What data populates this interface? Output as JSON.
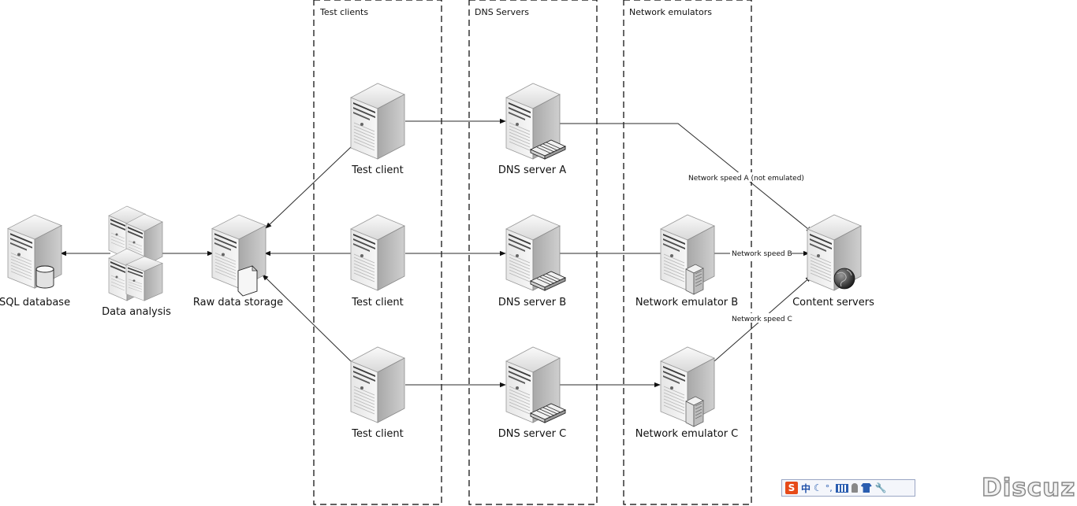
{
  "zones": [
    {
      "id": "zone-test-clients",
      "label": "Test clients"
    },
    {
      "id": "zone-dns-servers",
      "label": "DNS Servers"
    },
    {
      "id": "zone-network-emulators",
      "label": "Network emulators"
    }
  ],
  "nodes": [
    {
      "id": "sql-database",
      "label": "SQL database",
      "icon": "database-server-icon"
    },
    {
      "id": "data-analysis",
      "label": "Data analysis",
      "icon": "server-cluster-icon"
    },
    {
      "id": "raw-data-storage",
      "label": "Raw data storage",
      "icon": "file-server-icon"
    },
    {
      "id": "test-client-1",
      "label": "Test client",
      "icon": "server-icon"
    },
    {
      "id": "test-client-2",
      "label": "Test client",
      "icon": "server-icon"
    },
    {
      "id": "test-client-3",
      "label": "Test client",
      "icon": "server-icon"
    },
    {
      "id": "dns-server-a",
      "label": "DNS server A",
      "icon": "dns-server-icon"
    },
    {
      "id": "dns-server-b",
      "label": "DNS server B",
      "icon": "dns-server-icon"
    },
    {
      "id": "dns-server-c",
      "label": "DNS server C",
      "icon": "dns-server-icon"
    },
    {
      "id": "network-emulator-b",
      "label": "Network emulator B",
      "icon": "network-emulator-icon"
    },
    {
      "id": "network-emulator-c",
      "label": "Network emulator C",
      "icon": "network-emulator-icon"
    },
    {
      "id": "content-servers",
      "label": "Content servers",
      "icon": "web-server-icon"
    }
  ],
  "edges": [
    {
      "from": "data-analysis",
      "to": "sql-database",
      "label": ""
    },
    {
      "from": "data-analysis",
      "to": "raw-data-storage",
      "label": ""
    },
    {
      "from": "test-client-1",
      "to": "raw-data-storage",
      "label": ""
    },
    {
      "from": "test-client-2",
      "to": "raw-data-storage",
      "label": ""
    },
    {
      "from": "test-client-3",
      "to": "raw-data-storage",
      "label": ""
    },
    {
      "from": "test-client-1",
      "to": "dns-server-a",
      "label": ""
    },
    {
      "from": "test-client-2",
      "to": "dns-server-b",
      "label": ""
    },
    {
      "from": "test-client-3",
      "to": "dns-server-c",
      "label": ""
    },
    {
      "from": "dns-server-a",
      "to": "content-servers",
      "label": "Network speed A (not emulated)"
    },
    {
      "from": "dns-server-b",
      "to": "network-emulator-b",
      "label": ""
    },
    {
      "from": "network-emulator-b",
      "to": "content-servers",
      "label": "Network speed B"
    },
    {
      "from": "dns-server-c",
      "to": "network-emulator-c",
      "label": ""
    },
    {
      "from": "network-emulator-c",
      "to": "content-servers",
      "label": "Network speed C"
    }
  ],
  "ime_toolbar": {
    "logo": "S",
    "mode": "中"
  },
  "watermark": "Discuz!"
}
